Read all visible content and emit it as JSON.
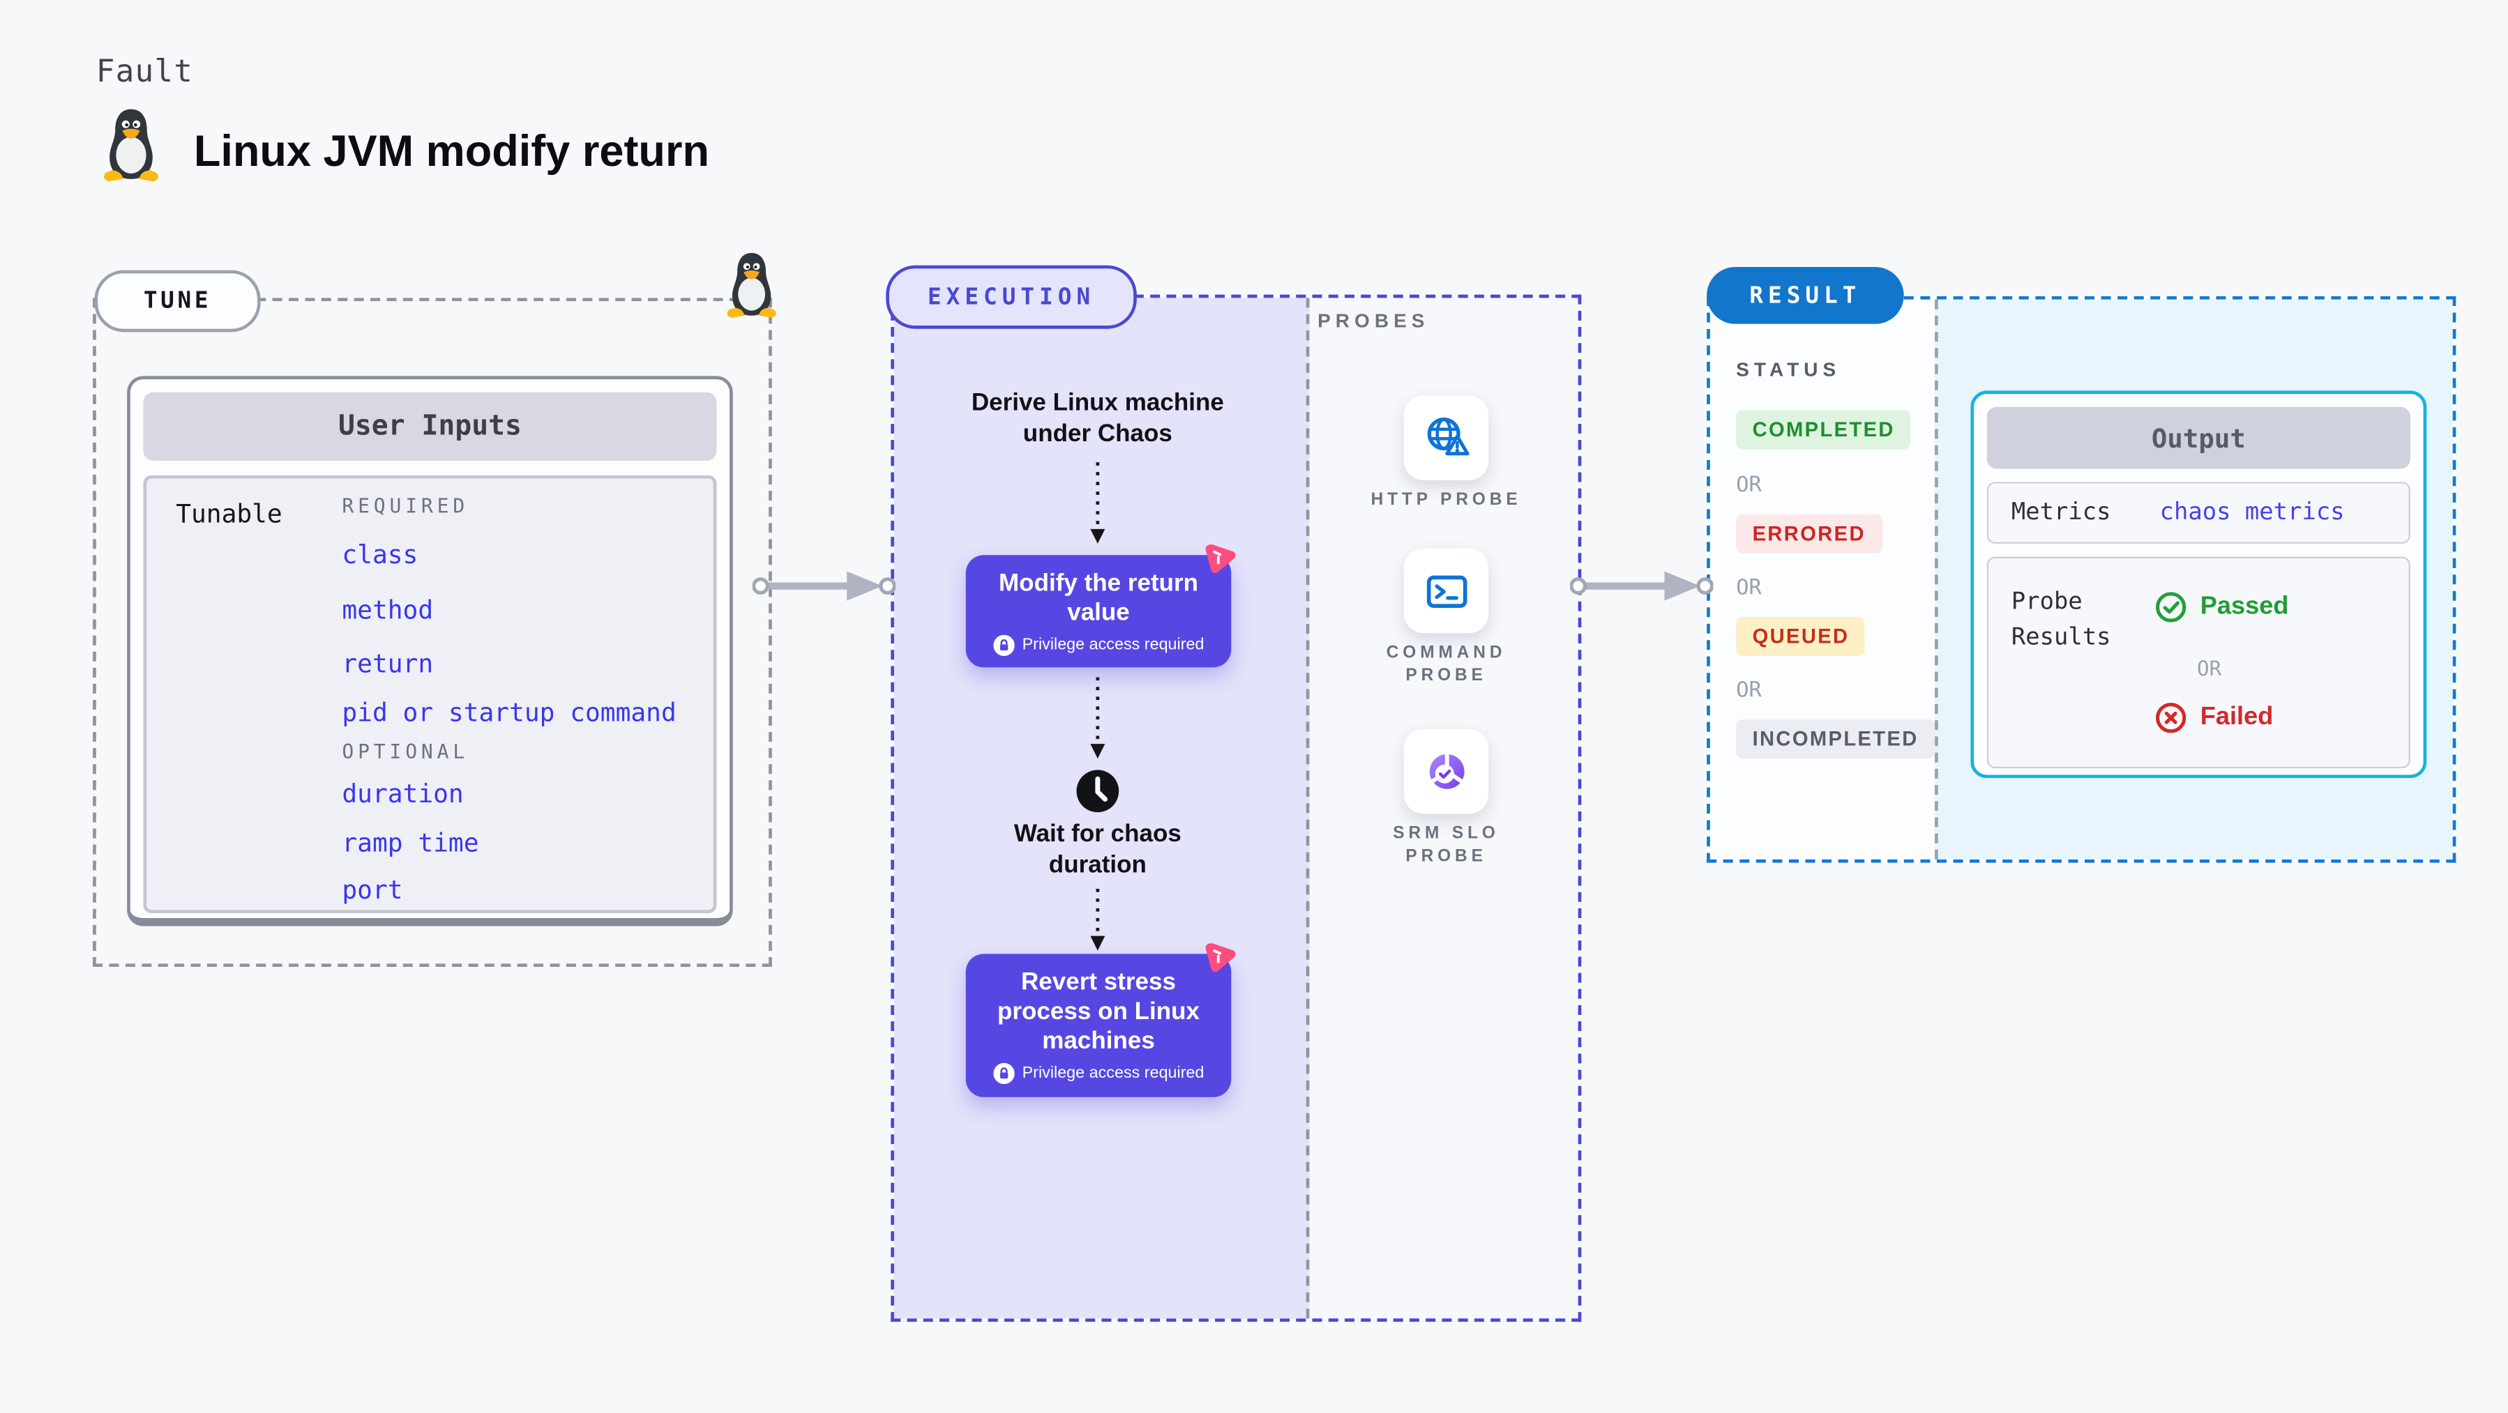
{
  "page": {
    "fault_label": "Fault",
    "title": "Linux JVM modify return"
  },
  "tune": {
    "label": "TUNE",
    "user_inputs_header": "User Inputs",
    "row_label": "Tunable",
    "required_label": "REQUIRED",
    "required_items": [
      "class",
      "method",
      "return",
      "pid or startup command"
    ],
    "optional_label": "OPTIONAL",
    "optional_items": [
      "duration",
      "ramp time",
      "port"
    ]
  },
  "execution": {
    "label": "EXECUTION",
    "derive_text": "Derive Linux machine\nunder Chaos",
    "node1_title": "Modify the return\nvalue",
    "node2_title": "Revert stress\nprocess on Linux\nmachines",
    "privilege_badge": "Privilege access required",
    "wait_text": "Wait for chaos\nduration"
  },
  "probes": {
    "label": "PROBES",
    "items": [
      {
        "label": "HTTP PROBE",
        "icon": "globe-alert-icon"
      },
      {
        "label": "COMMAND\nPROBE",
        "icon": "terminal-icon"
      },
      {
        "label": "SRM SLO\nPROBE",
        "icon": "slo-gauge-icon"
      }
    ]
  },
  "result": {
    "label": "RESULT",
    "status_label": "STATUS",
    "or_label": "OR",
    "statuses": [
      {
        "label": "COMPLETED",
        "text_color": "#1e8e2f",
        "bg_color": "#def4e0"
      },
      {
        "label": "ERRORED",
        "text_color": "#cb2522",
        "bg_color": "#fbe9e9"
      },
      {
        "label": "QUEUED",
        "text_color": "#c22f1b",
        "bg_color": "#fdf0c6"
      },
      {
        "label": "INCOMPLETED",
        "text_color": "#575c6a",
        "bg_color": "#ebedf2"
      }
    ],
    "output": {
      "header": "Output",
      "metrics_label": "Metrics",
      "metrics_value": "chaos metrics",
      "probe_results_label": "Probe\nResults",
      "or_label": "OR",
      "passed_label": "Passed",
      "failed_label": "Failed"
    }
  },
  "colors": {
    "page_bg": "#f7f8fa",
    "accent_indigo": "#4a47d8",
    "execution_bg": "#e3e3fa",
    "accent_blue": "#1176cc",
    "result_bg": "#e8f5fc",
    "output_border_cyan": "#18b1e2",
    "node_purple": "#5747e2",
    "chaos_pink": "#fb4d80",
    "probe_icon_blue": "#0e74d6",
    "input_link_blue": "#3a35ee",
    "passed_green": "#1f9e33",
    "failed_red": "#d2292a"
  }
}
